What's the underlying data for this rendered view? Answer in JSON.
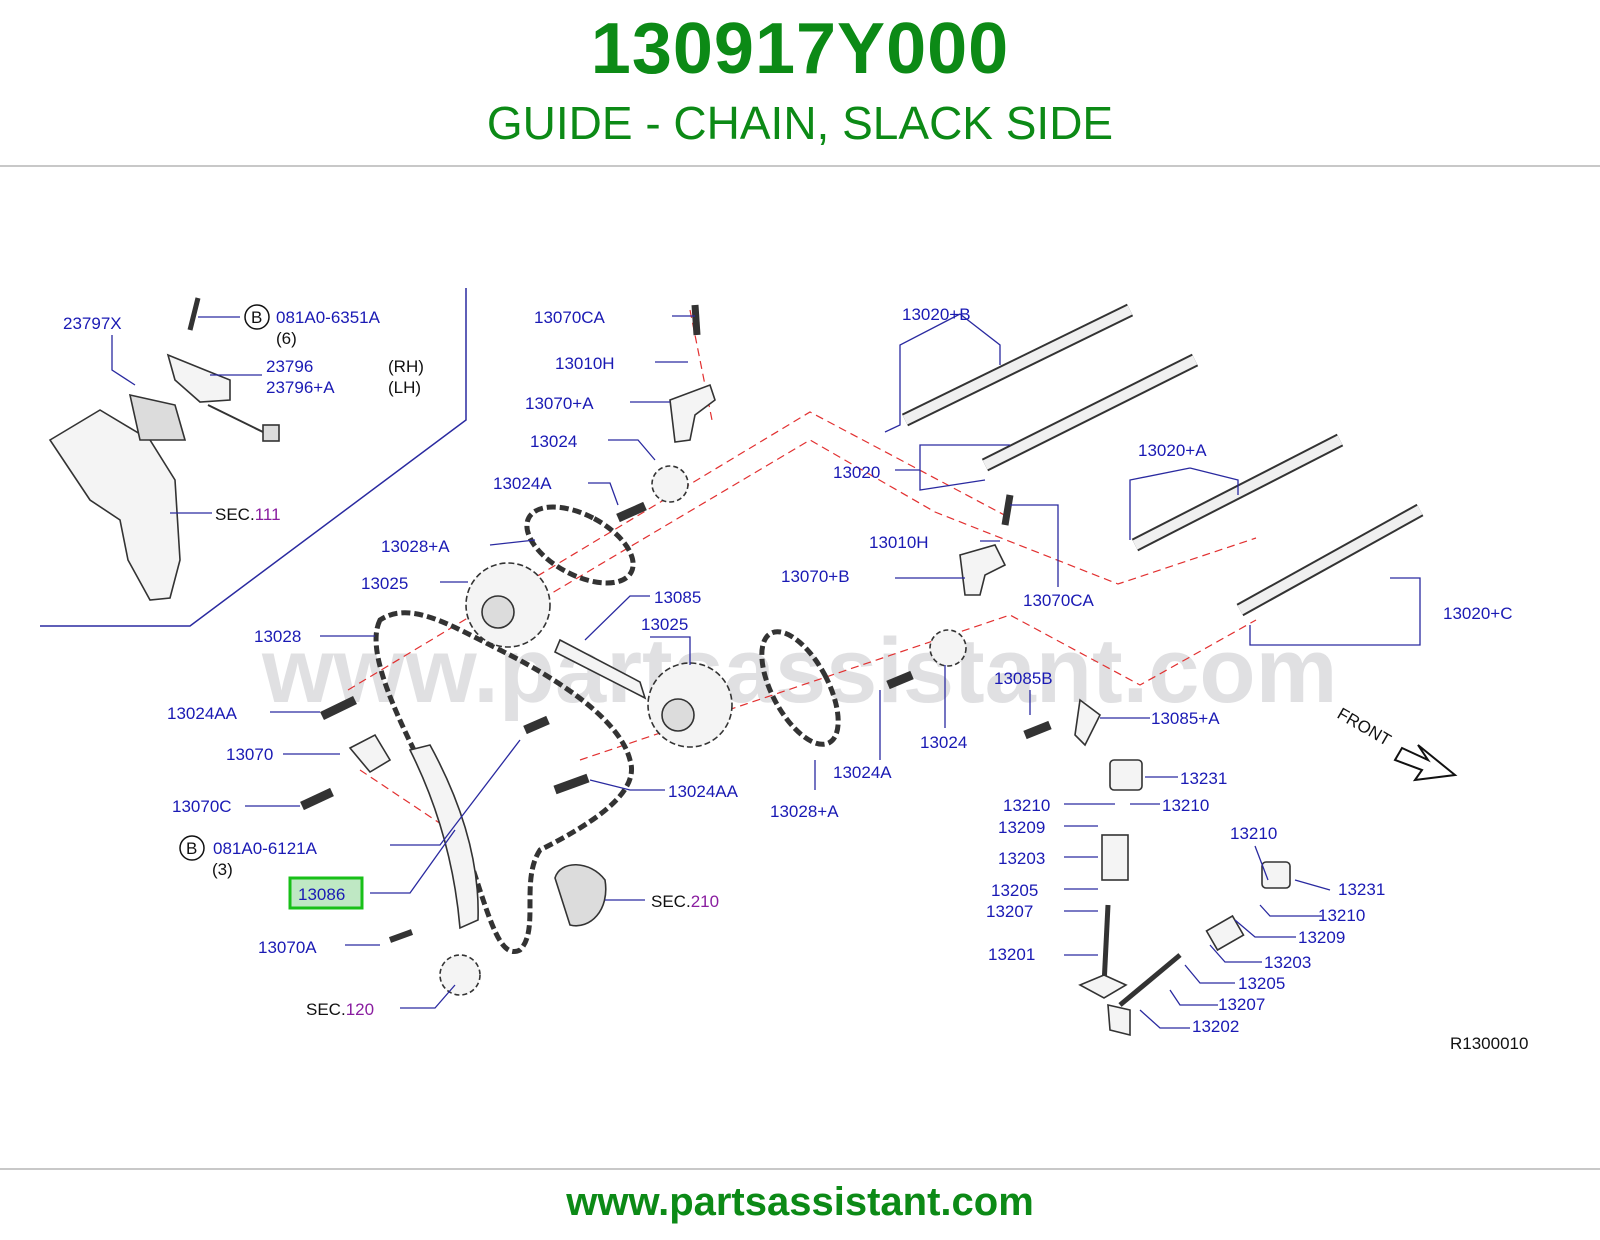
{
  "header": {
    "part_number": "130917Y000",
    "description": "GUIDE - CHAIN, SLACK SIDE"
  },
  "footer": {
    "url": "www.partsassistant.com"
  },
  "watermark": "www.partsassistant.com",
  "colors": {
    "brand_green": "#0c8a16",
    "label_blue": "#1a1ab4",
    "sec_purple": "#8a1ea0",
    "highlight_box": "#18c018",
    "highlight_fill": "#bfe8c4"
  },
  "diagram": {
    "ref_code": "R1300010",
    "front_label": "FRONT",
    "inset_labels": {
      "l23797x": "23797X",
      "bolt_code_b1": "B",
      "bolt_code_1": "081A0-6351A",
      "bolt_qty_1": "(6)",
      "l23796": "23796",
      "l23796a": "23796+A",
      "rh": "(RH)",
      "lh": "(LH)",
      "sec111_prefix": "SEC.",
      "sec111_num": "111"
    },
    "labels": {
      "l13070ca_top": "13070CA",
      "l13010h_top": "13010H",
      "l13070a_top": "13070+A",
      "l13024_top": "13024",
      "l13024a_top": "13024A",
      "l13028a_top": "13028+A",
      "l13025_left": "13025",
      "l13028": "13028",
      "l13024aa_left": "13024AA",
      "l13070": "13070",
      "l13070c": "13070C",
      "bolt_code_b2": "B",
      "bolt_code_2": "081A0-6121A",
      "bolt_qty_2": "(3)",
      "l13086": "13086",
      "l13070a_bottom": "13070A",
      "sec120_prefix": "SEC.",
      "sec120_num": "120",
      "sec210_prefix": "SEC.",
      "sec210_num": "210",
      "l13085": "13085",
      "l13025_mid": "13025",
      "l13024aa_mid": "13024AA",
      "l13028a_bottom": "13028+A",
      "l13024a_bottom": "13024A",
      "l13024_bottom": "13024",
      "l13020b": "13020+B",
      "l13020": "13020",
      "l13010h_mid": "13010H",
      "l13070b": "13070+B",
      "l13070ca_mid": "13070CA",
      "l13020a": "13020+A",
      "l13020c": "13020+C",
      "l13085b": "13085B",
      "l13085a": "13085+A",
      "l13231_top": "13231",
      "l13210_a": "13210",
      "l13210_b": "13210",
      "l13209_left": "13209",
      "l13203_left": "13203",
      "l13205_left": "13205",
      "l13207_left": "13207",
      "l13201": "13201",
      "l13210_c": "13210",
      "l13231_right": "13231",
      "l13210_d": "13210",
      "l13209_right": "13209",
      "l13203_right": "13203",
      "l13205_right": "13205",
      "l13207_right": "13207",
      "l13202": "13202"
    }
  }
}
